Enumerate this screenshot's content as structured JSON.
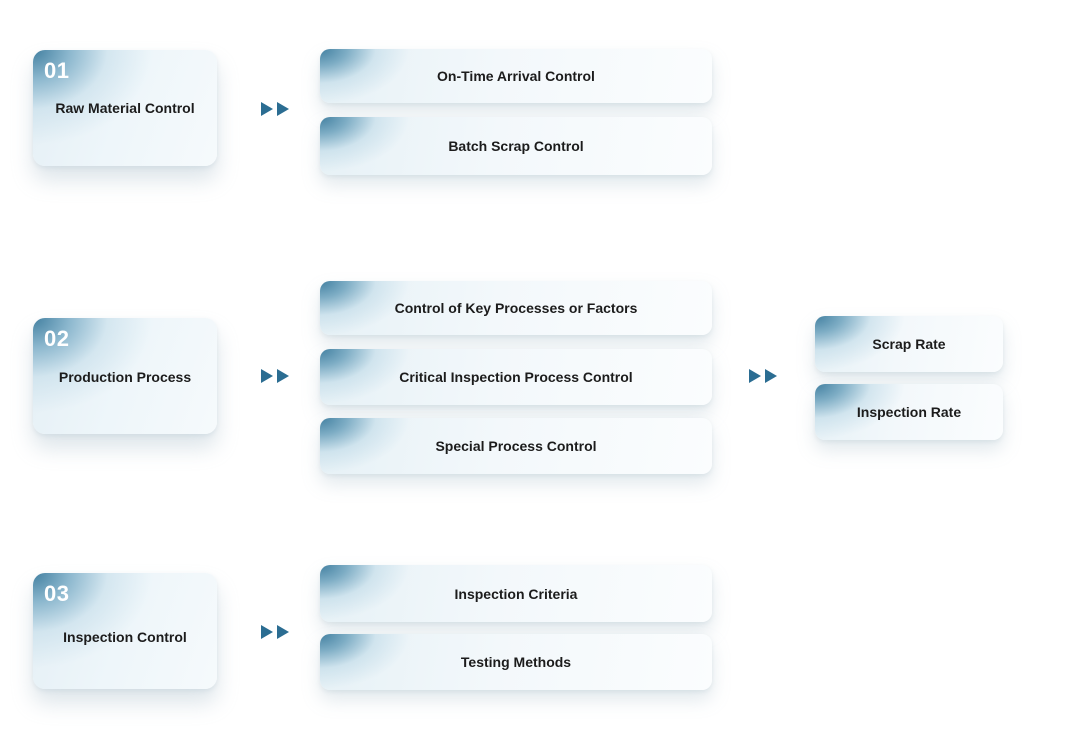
{
  "stages": [
    {
      "number": "01",
      "label": "Raw Material Control",
      "items": [
        "On-Time Arrival Control",
        "Batch Scrap Control"
      ]
    },
    {
      "number": "02",
      "label": "Production Process",
      "items": [
        "Control of Key Processes or Factors",
        "Critical Inspection Process Control",
        "Special Process Control"
      ],
      "outputs": [
        "Scrap Rate",
        "Inspection Rate"
      ]
    },
    {
      "number": "03",
      "label": "Inspection Control",
      "items": [
        "Inspection Criteria",
        "Testing Methods"
      ]
    }
  ],
  "colors": {
    "accent": "#2f6f93",
    "arrow": "#2b6d92",
    "text": "#1c1c1c"
  }
}
